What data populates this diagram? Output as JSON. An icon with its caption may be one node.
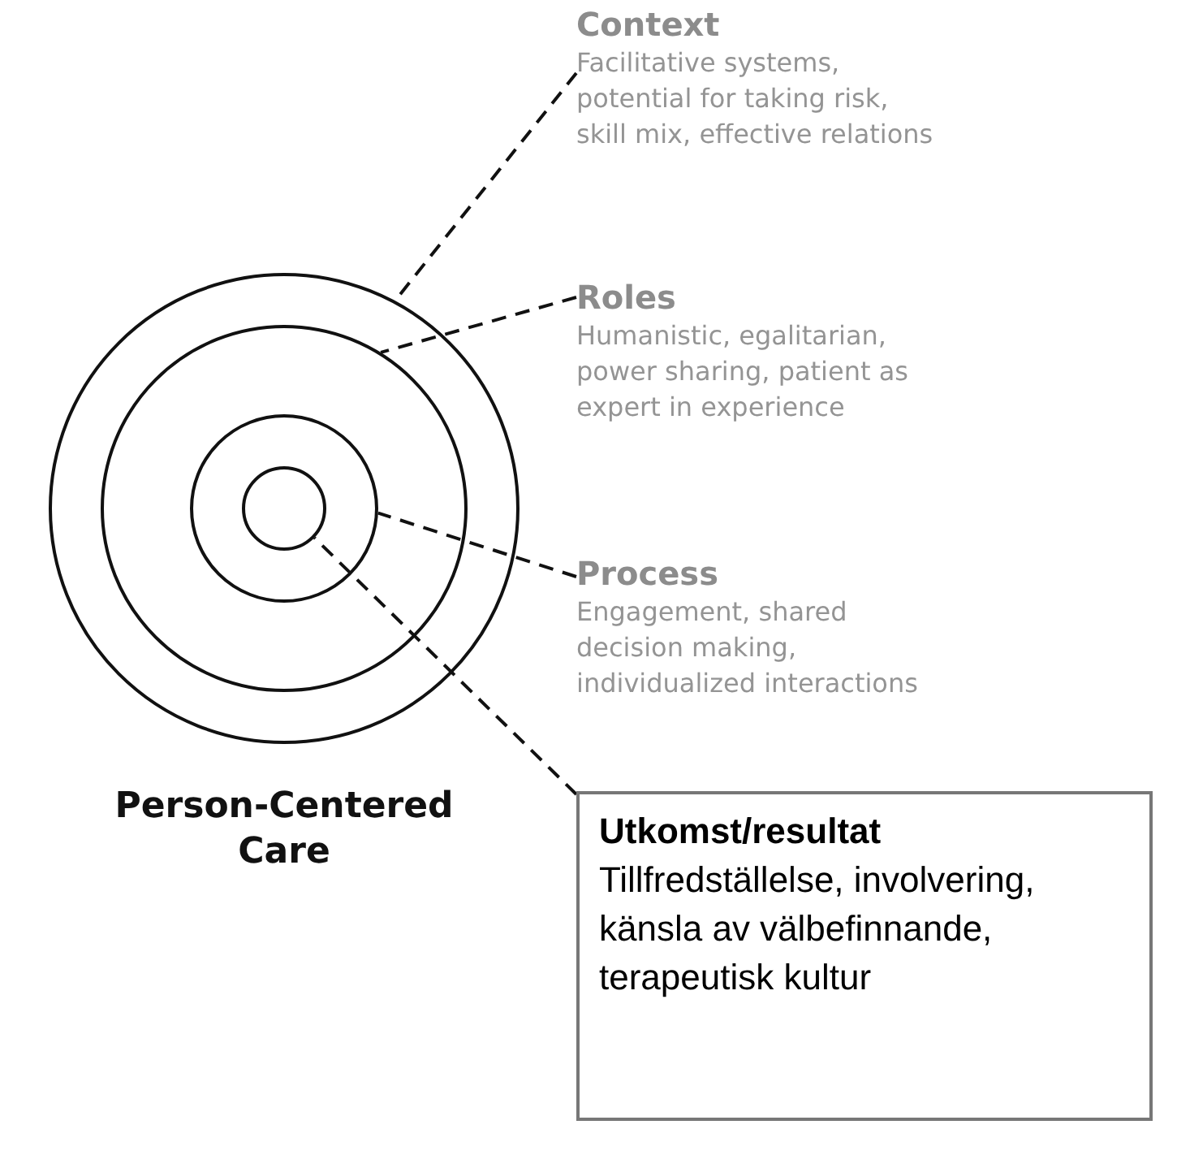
{
  "diagram": {
    "nodes": [
      {
        "text": [],
        "shape": "circle",
        "beside": [
          "Person-Centered Care"
        ]
      },
      {
        "text": [],
        "shape": "circle",
        "in": 0
      },
      {
        "text": [],
        "shape": "circle",
        "in": 1
      },
      {
        "text": [],
        "shape": "circle",
        "in": 2
      },
      {
        "text": [
          "Context",
          "Facilitative systems, potential for taking risk, skill mix, effective relations"
        ]
      },
      {
        "text": [
          "Roles",
          "Humanistic, egalitarian, power sharing, patient as expert in experience"
        ]
      },
      {
        "text": [
          "Process",
          "Engagement, shared decision making, individualized interactions"
        ]
      },
      {
        "text": [
          "Utkomst/resultat",
          "Tillfredställelse, involvering, känsla av välbefinnande, terapeutisk kultur"
        ]
      }
    ],
    "edges": [
      {
        "from": 4,
        "to": 0,
        "arrow": "none",
        "style": "dashed"
      },
      {
        "from": 5,
        "to": 1,
        "arrow": "none",
        "style": "dashed"
      },
      {
        "from": 6,
        "to": 2,
        "arrow": "none",
        "style": "dashed"
      },
      {
        "from": 7,
        "to": 3,
        "arrow": "none",
        "style": "dashed"
      }
    ]
  }
}
